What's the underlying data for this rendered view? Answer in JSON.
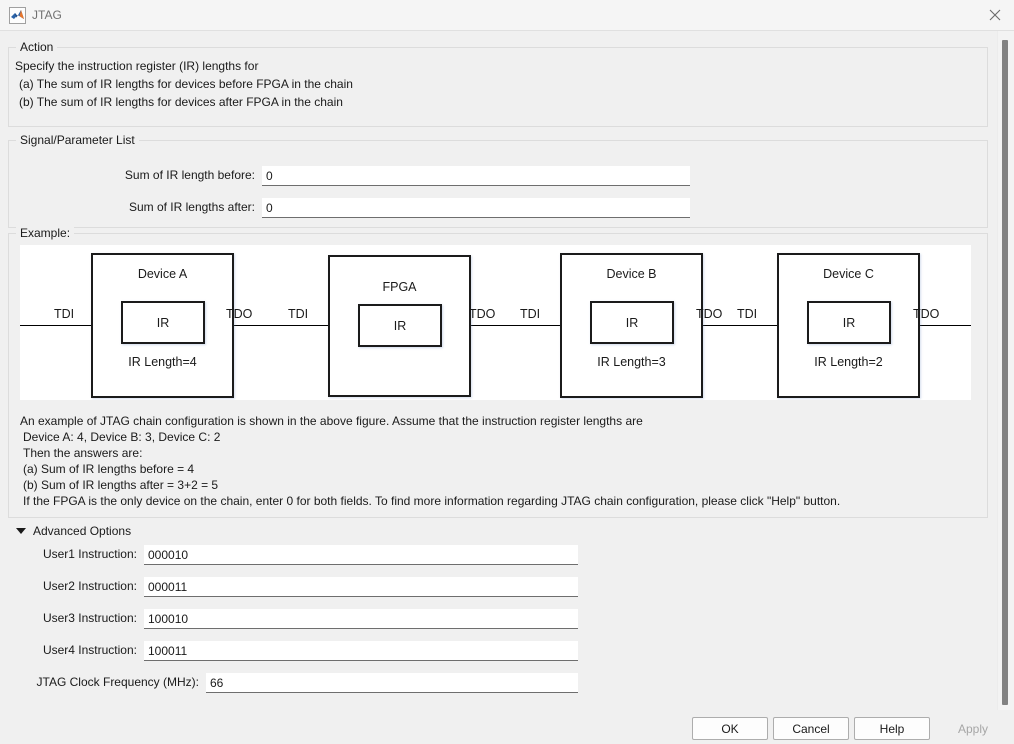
{
  "window": {
    "title": "JTAG",
    "app_icon": "matlab-membrane-icon",
    "close_icon": "close-icon"
  },
  "action": {
    "legend": "Action",
    "lines": [
      "Specify the instruction register (IR) lengths for",
      "(a) The sum of IR lengths for devices before FPGA in the chain",
      "(b) The sum of IR lengths for devices after FPGA in the chain"
    ]
  },
  "signal_parameter_list": {
    "legend": "Signal/Parameter List",
    "fields": [
      {
        "label": "Sum of IR length before:",
        "value": "0"
      },
      {
        "label": "Sum of IR lengths after:",
        "value": "0"
      }
    ]
  },
  "example": {
    "legend": "Example:",
    "diagram": {
      "devices": [
        {
          "name": "Device A",
          "ir_label": "IR",
          "ir_length_text": "IR Length=4",
          "in_port": "TDI",
          "out_port": "TDO"
        },
        {
          "name": "FPGA",
          "ir_label": "IR",
          "ir_length_text": "",
          "in_port": "TDI",
          "out_port": "TDO"
        },
        {
          "name": "Device B",
          "ir_label": "IR",
          "ir_length_text": "IR Length=3",
          "in_port": "TDI",
          "out_port": "TDO"
        },
        {
          "name": "Device C",
          "ir_label": "IR",
          "ir_length_text": "IR Length=2",
          "in_port": "TDI",
          "out_port": "TDO"
        }
      ]
    },
    "explanation": [
      "An example of JTAG chain configuration is shown in the above figure. Assume that the instruction register lengths are",
      "Device A: 4,  Device B: 3,  Device C: 2",
      "Then the answers are:",
      "(a) Sum of IR lengths before = 4",
      "(b) Sum of IR lengths after = 3+2 = 5",
      "If the FPGA is the only device on the chain, enter 0 for both fields. To find more information regarding JTAG chain configuration, please click \"Help\" button."
    ]
  },
  "advanced_options": {
    "header": "Advanced Options",
    "expanded": true,
    "fields": [
      {
        "label": "User1 Instruction:",
        "value": "000010"
      },
      {
        "label": "User2 Instruction:",
        "value": "000011"
      },
      {
        "label": "User3 Instruction:",
        "value": "100010"
      },
      {
        "label": "User4 Instruction:",
        "value": "100011"
      },
      {
        "label": "JTAG Clock Frequency (MHz):",
        "value": "66"
      }
    ]
  },
  "buttons": {
    "ok": "OK",
    "cancel": "Cancel",
    "help": "Help",
    "apply": "Apply",
    "apply_disabled": true
  }
}
